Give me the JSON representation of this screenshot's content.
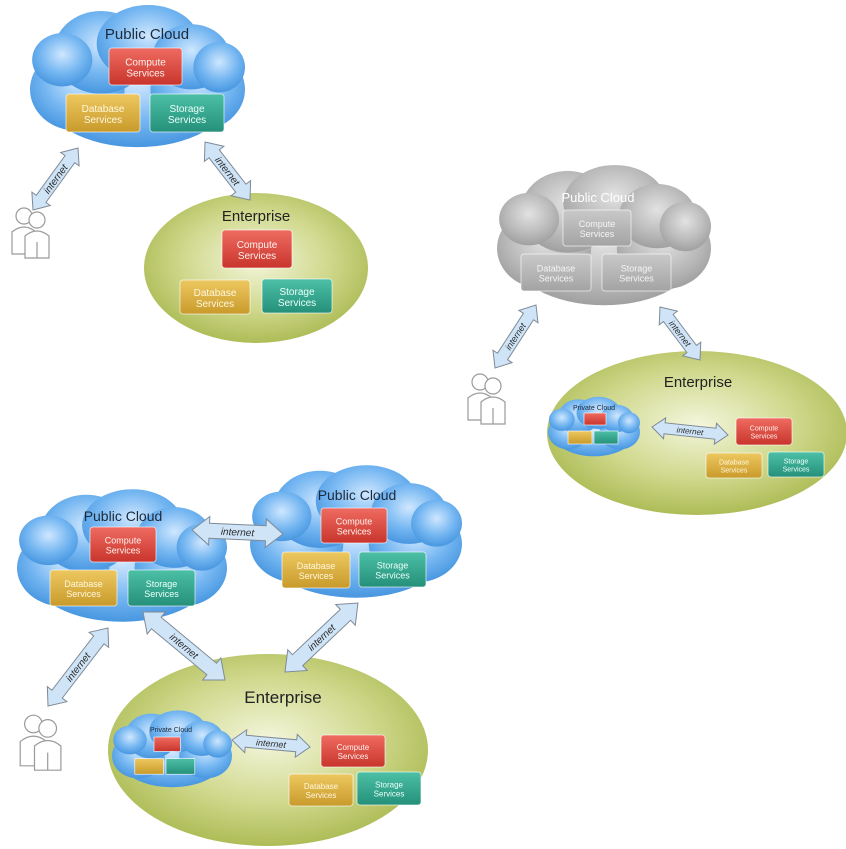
{
  "labels": {
    "public_cloud": "Public Cloud",
    "enterprise": "Enterprise",
    "private_cloud": "Private Cloud",
    "internet": "internet",
    "compute_1": "Compute",
    "compute_2": "Services",
    "database_1": "Database",
    "database_2": "Services",
    "storage_1": "Storage",
    "storage_2": "Services"
  },
  "colors": {
    "public_cloud": "#5aa6ea",
    "public_cloud_grey": "#a9a9a9",
    "enterprise": "#c3cf6a",
    "compute": "#d9463b",
    "database": "#d9b13f",
    "storage": "#33a48c",
    "arrow": "#cfe4f7"
  },
  "icons": [
    "user-group-icon",
    "double-arrow-icon"
  ]
}
